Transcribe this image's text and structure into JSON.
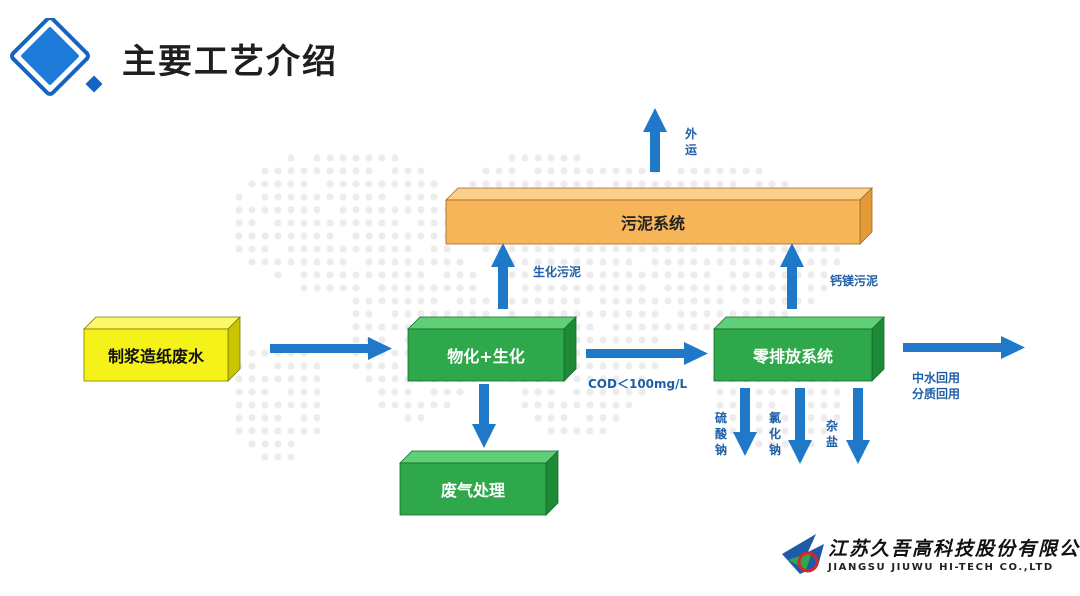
{
  "header": {
    "title": "主要工艺介绍"
  },
  "diagram": {
    "nodes": {
      "pulping_wastewater": "制浆造纸废水",
      "physchem_bio": "物化+生化",
      "zero_discharge": "零排放系统",
      "sludge_system": "污泥系统",
      "waste_gas": "废气处理"
    },
    "labels": {
      "export": "外运",
      "bio_sludge": "生化污泥",
      "ca_mg_sludge": "钙镁污泥",
      "cod": "COD＜100mg/L",
      "reuse_line1": "中水回用",
      "reuse_line2": "分质回用",
      "sodium_sulfate": "硫酸钠",
      "sodium_chloride": "氯化钠",
      "mixed_salt": "杂盐"
    }
  },
  "company": {
    "name_cn": "江苏久吾高科技股份有限公司",
    "name_en": "JIANGSU JIUWU HI-TECH CO.,LTD"
  },
  "colors": {
    "accent": "#1565c0",
    "arrow": "#1f78c8",
    "yellow": "#f5f21a",
    "green": "#2ea84a",
    "orange": "#f7b55a"
  }
}
